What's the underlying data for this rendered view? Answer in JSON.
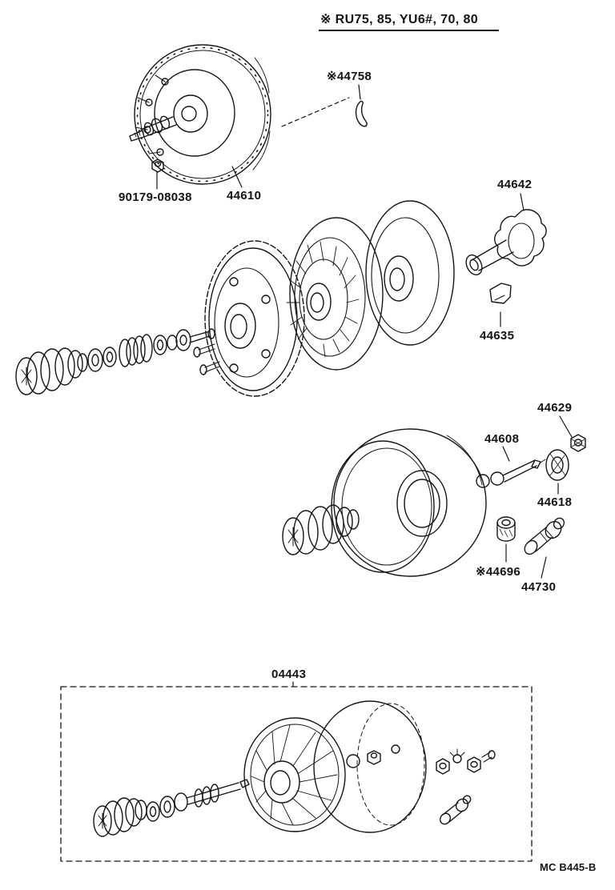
{
  "header": {
    "title": "※ RU75, 85, YU6#, 70, 80"
  },
  "parts": {
    "p44758": "※44758",
    "p90179": "90179-08038",
    "p44610": "44610",
    "p44642": "44642",
    "p44635": "44635",
    "p44629": "44629",
    "p44608": "44608",
    "p44618": "44618",
    "p44696": "※44696",
    "p44730": "44730",
    "p04443": "04443"
  },
  "footer": {
    "code": "MC B445-B"
  },
  "colors": {
    "ink": "#141414",
    "background": "#ffffff"
  }
}
